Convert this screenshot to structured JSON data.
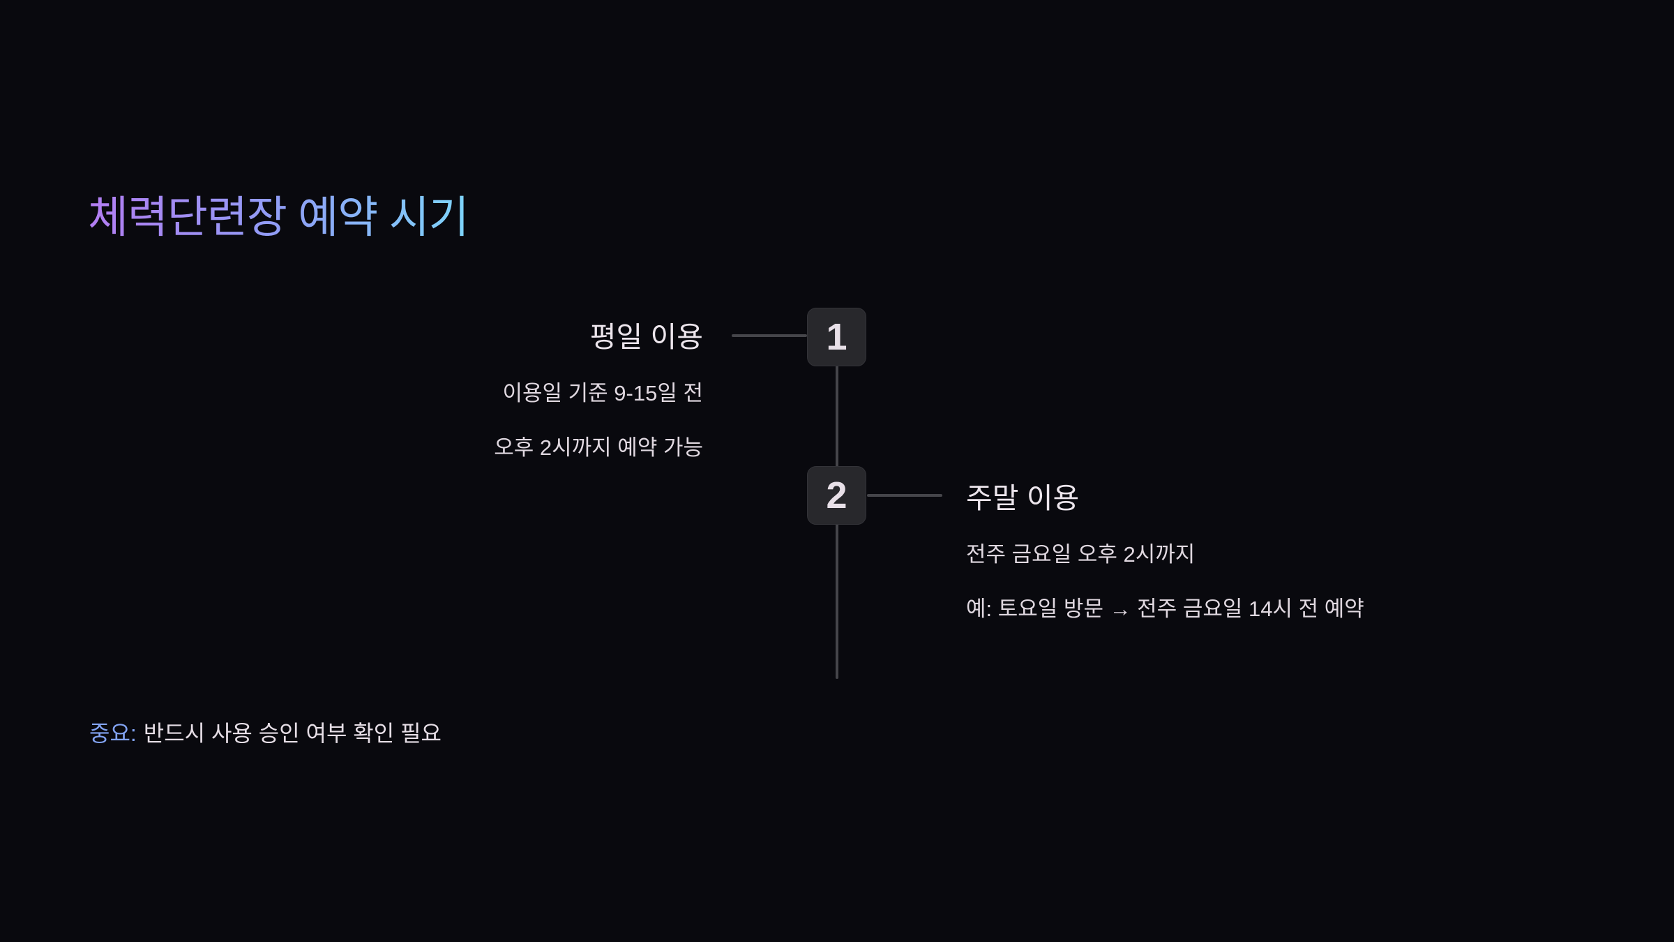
{
  "page": {
    "title": "체력단련장 예약 시기"
  },
  "colors": {
    "background": "#09090e",
    "title_gradient_start": "#b37df2",
    "title_gradient_mid": "#8f9ff6",
    "title_gradient_end": "#7ed5fb",
    "step_title_text": "#ece5ec",
    "step_detail_text": "#e0d8e0",
    "badge_background": "#28282c",
    "badge_text": "#e8e0e8",
    "connector_line": "#45454a",
    "note_label": "#82a3f2",
    "note_text": "#e6dee6"
  },
  "timeline": {
    "steps": [
      {
        "number": "1",
        "title": "평일 이용",
        "details": [
          "이용일 기준 9-15일 전",
          "오후 2시까지 예약 가능"
        ]
      },
      {
        "number": "2",
        "title": "주말 이용",
        "details": [
          "전주 금요일 오후 2시까지",
          "예: 토요일 방문 → 전주 금요일 14시 전 예약"
        ]
      }
    ]
  },
  "note": {
    "label": "중요:",
    "text": "반드시 사용 승인 여부 확인 필요"
  }
}
